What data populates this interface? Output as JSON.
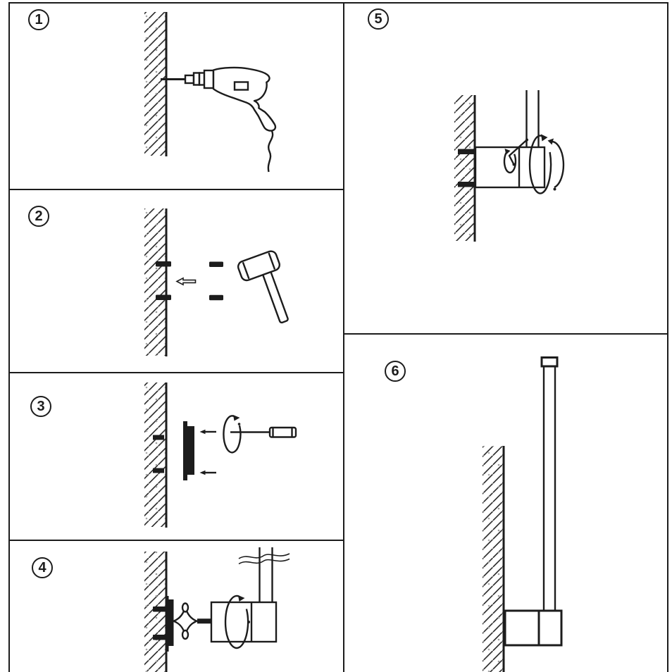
{
  "colors": {
    "ink": "#1c1c1c",
    "paper": "#ffffff",
    "wall_hatch": "#222222",
    "wall_dots": "#9b9b9b"
  },
  "steps": [
    {
      "number": "1",
      "illustration": "drill-pilot-holes-in-wall"
    },
    {
      "number": "2",
      "illustration": "tap-wall-anchors-in-with-mallet"
    },
    {
      "number": "3",
      "illustration": "screw-mounting-plate-to-wall"
    },
    {
      "number": "4",
      "illustration": "slide-fixture-body-onto-bracket"
    },
    {
      "number": "5",
      "illustration": "tighten-set-screw-with-hex-key-and-rotate-body"
    },
    {
      "number": "6",
      "illustration": "finished-wall-mounted-vertical-bar"
    }
  ]
}
